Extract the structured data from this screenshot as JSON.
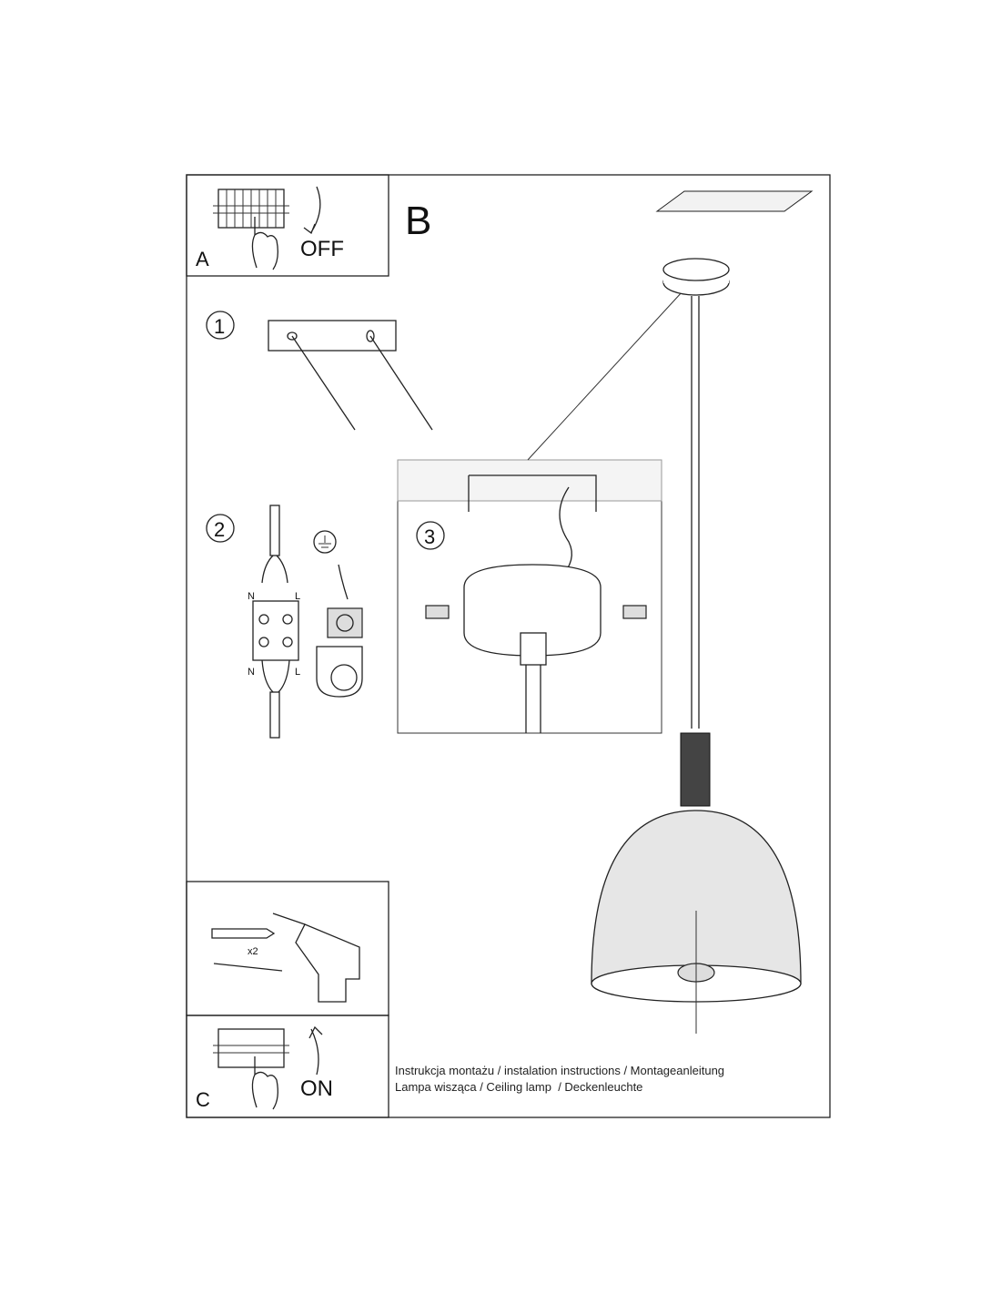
{
  "panels": {
    "a": {
      "letter": "A",
      "action": "OFF"
    },
    "b": {
      "letter": "B"
    },
    "c": {
      "letter": "C",
      "action": "ON"
    }
  },
  "steps": [
    "1",
    "2",
    "3"
  ],
  "wiring": {
    "neutral": "N",
    "live": "L"
  },
  "mounting": {
    "quantity": "x2"
  },
  "caption": {
    "line1": "Instrukcja montażu / instalation instructions / Montageanleitung",
    "line2": "Lampa wisząca / Ceiling lamp  / Deckenleuchte"
  }
}
